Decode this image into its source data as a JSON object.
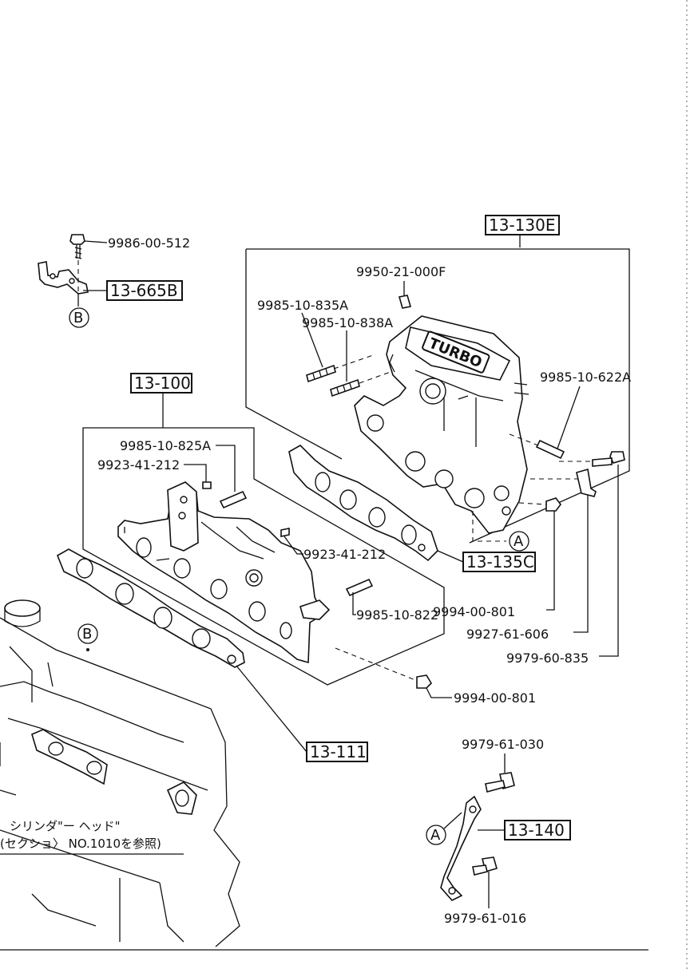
{
  "diagram": {
    "part_numbers": {
      "bolt_top": "9986-00-512",
      "stud_1": "9950-21-000F",
      "stud_2": "9985-10-835A",
      "stud_3": "9985-10-838A",
      "stud_4": "9985-10-622A",
      "stud_5": "9985-10-825A",
      "plug_1": "9923-41-212",
      "plug_2": "9923-41-212",
      "stud_6": "9985-10-822",
      "nut_1": "9994-00-801",
      "bracket_1": "9927-61-606",
      "bolt_1": "9979-60-835",
      "nut_2": "9994-00-801",
      "bolt_2": "9979-61-030",
      "bolt_3": "9979-61-016"
    },
    "refs": {
      "upper_manifold": "13-130E",
      "lower_manifold": "13-100",
      "bracket_b": "13-665B",
      "gasket_upper": "13-135C",
      "gasket_lower": "13-111",
      "bracket_a": "13-140"
    },
    "circle_labels": {
      "b_top": "B",
      "b_engine": "B",
      "a_upper": "A",
      "a_bracket": "A"
    },
    "turbo_text": "TURBO",
    "note_line1": "シリンダ\"ー ヘッド\"",
    "note_line2": "(セクショ〉 NO.1010を参照)"
  }
}
